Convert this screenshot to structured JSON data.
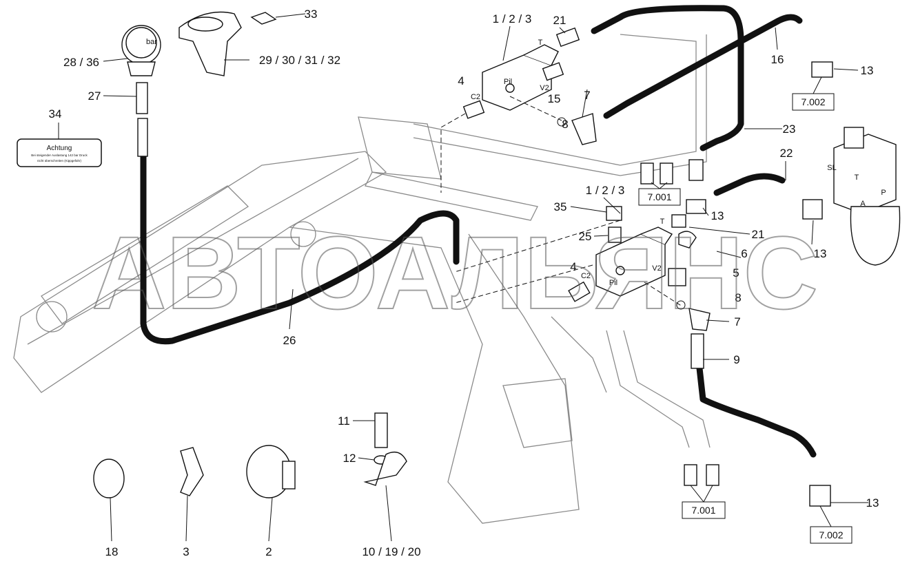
{
  "watermark": "АВТОАЛЬЯНС",
  "labels": {
    "top_valve": "1 / 2 / 3",
    "fitting_21_top": "21",
    "hose_16": "16",
    "tee_13_top": "13",
    "gauge": "28 / 36",
    "bracket": "29 / 30 / 31 / 32",
    "pad": "33",
    "adapter_27": "27",
    "sticker": "34",
    "fitting_4_top": "4",
    "port_c2_top": "C2",
    "port_t_top": "T",
    "port_pil_top": "Pil",
    "port_v2_top": "V2",
    "fitting_15": "15",
    "elbow_7_top": "7",
    "oring_8_top": "8",
    "hose_23": "23",
    "hose_22": "22",
    "port_sl": "SL",
    "port_t_right": "T",
    "port_a": "A",
    "port_p": "P",
    "mid_valve": "1 / 2 / 3",
    "elbow_35": "35",
    "tee_13_mid": "13",
    "fitting_25": "25",
    "fitting_21_mid": "21",
    "port_t_mid": "T",
    "item_6": "6",
    "item_5": "5",
    "fitting_4_mid": "4",
    "port_c2_mid": "C2",
    "port_v2_mid": "V2",
    "port_pil_mid": "Pil",
    "oring_8_mid": "8",
    "elbow_7_mid": "7",
    "tee_13_right": "13",
    "fitting_9": "9",
    "hose_26": "26",
    "bolt_11": "11",
    "washer_12": "12",
    "clamp_18": "18",
    "clip_3": "3",
    "hose_clamp_2": "2",
    "pipe_clamp": "10 / 19 / 20",
    "tee_13_bottom": "13"
  },
  "refs": {
    "ref_top": "7.002",
    "ref_mid": "7.001",
    "ref_bottom_left": "7.001",
    "ref_bottom_right": "7.002"
  },
  "gauge_unit": "bar",
  "sticker": {
    "title": "Achtung",
    "line1": "Bei steigender Auslastung 142 bar Druck",
    "line2": "nicht überschreiten (Kippgefahr)"
  }
}
